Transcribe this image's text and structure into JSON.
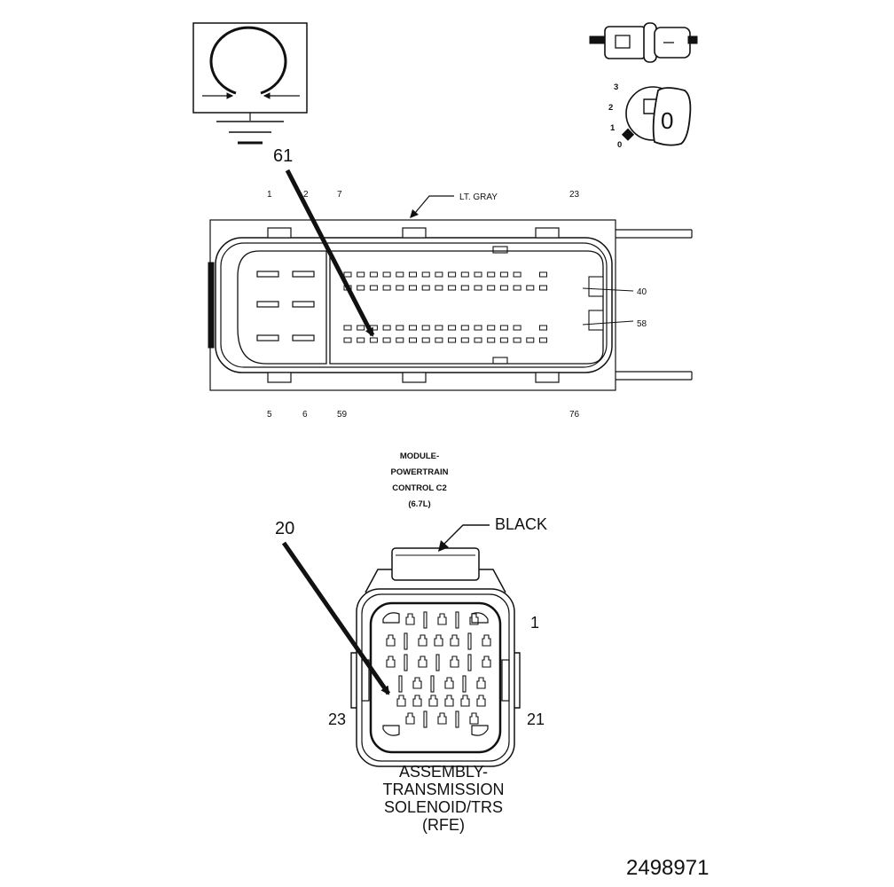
{
  "top_connector": {
    "callout": "61",
    "color_label": "LT. GRAY",
    "top_pins": [
      "1",
      "2",
      "7",
      "23"
    ],
    "bottom_pins": [
      "5",
      "6",
      "59",
      "76"
    ],
    "right_pins": [
      "40",
      "58"
    ]
  },
  "module_caption": [
    "MODULE-",
    "POWERTRAIN",
    "CONTROL C2",
    "(6.7L)"
  ],
  "ignition": {
    "positions": [
      "3",
      "2",
      "1",
      "0"
    ],
    "key_label": "0"
  },
  "bottom_connector": {
    "callout": "20",
    "color_label": "BLACK",
    "pin_labels": {
      "top_right": "1",
      "bottom_left": "23",
      "bottom_right": "21"
    }
  },
  "assembly_caption": [
    "ASSEMBLY-",
    "TRANSMISSION",
    "SOLENOID/TRS",
    "(RFE)"
  ],
  "figure_id": "2498971"
}
